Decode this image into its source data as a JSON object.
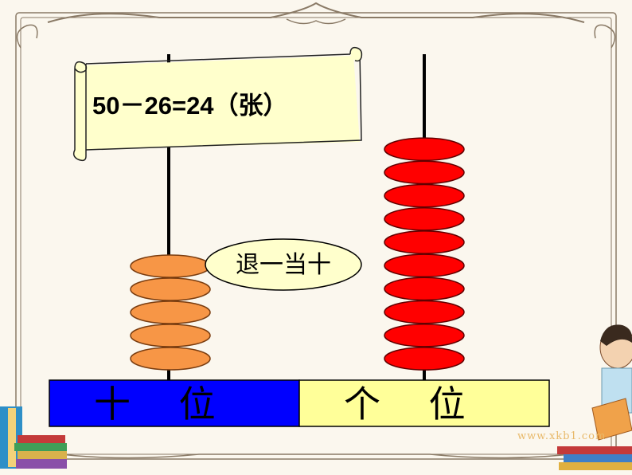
{
  "equation": {
    "text": "50－26=24（张）"
  },
  "bubble": {
    "text": "退一当十"
  },
  "abacus": {
    "tens": {
      "label": "十　 位",
      "color": "#0000ff",
      "bead_color": "#f79646",
      "bead_count": 5
    },
    "ones": {
      "label": "个　 位",
      "color": "#ffff99",
      "bead_color": "#ff0000",
      "bead_count": 10
    }
  },
  "watermark": "www.xkb1.com",
  "colors": {
    "frame": "#8a7a66",
    "scroll_fill": "#ffffcc",
    "bubble_fill": "#ffffcc",
    "rod": "#000000"
  }
}
